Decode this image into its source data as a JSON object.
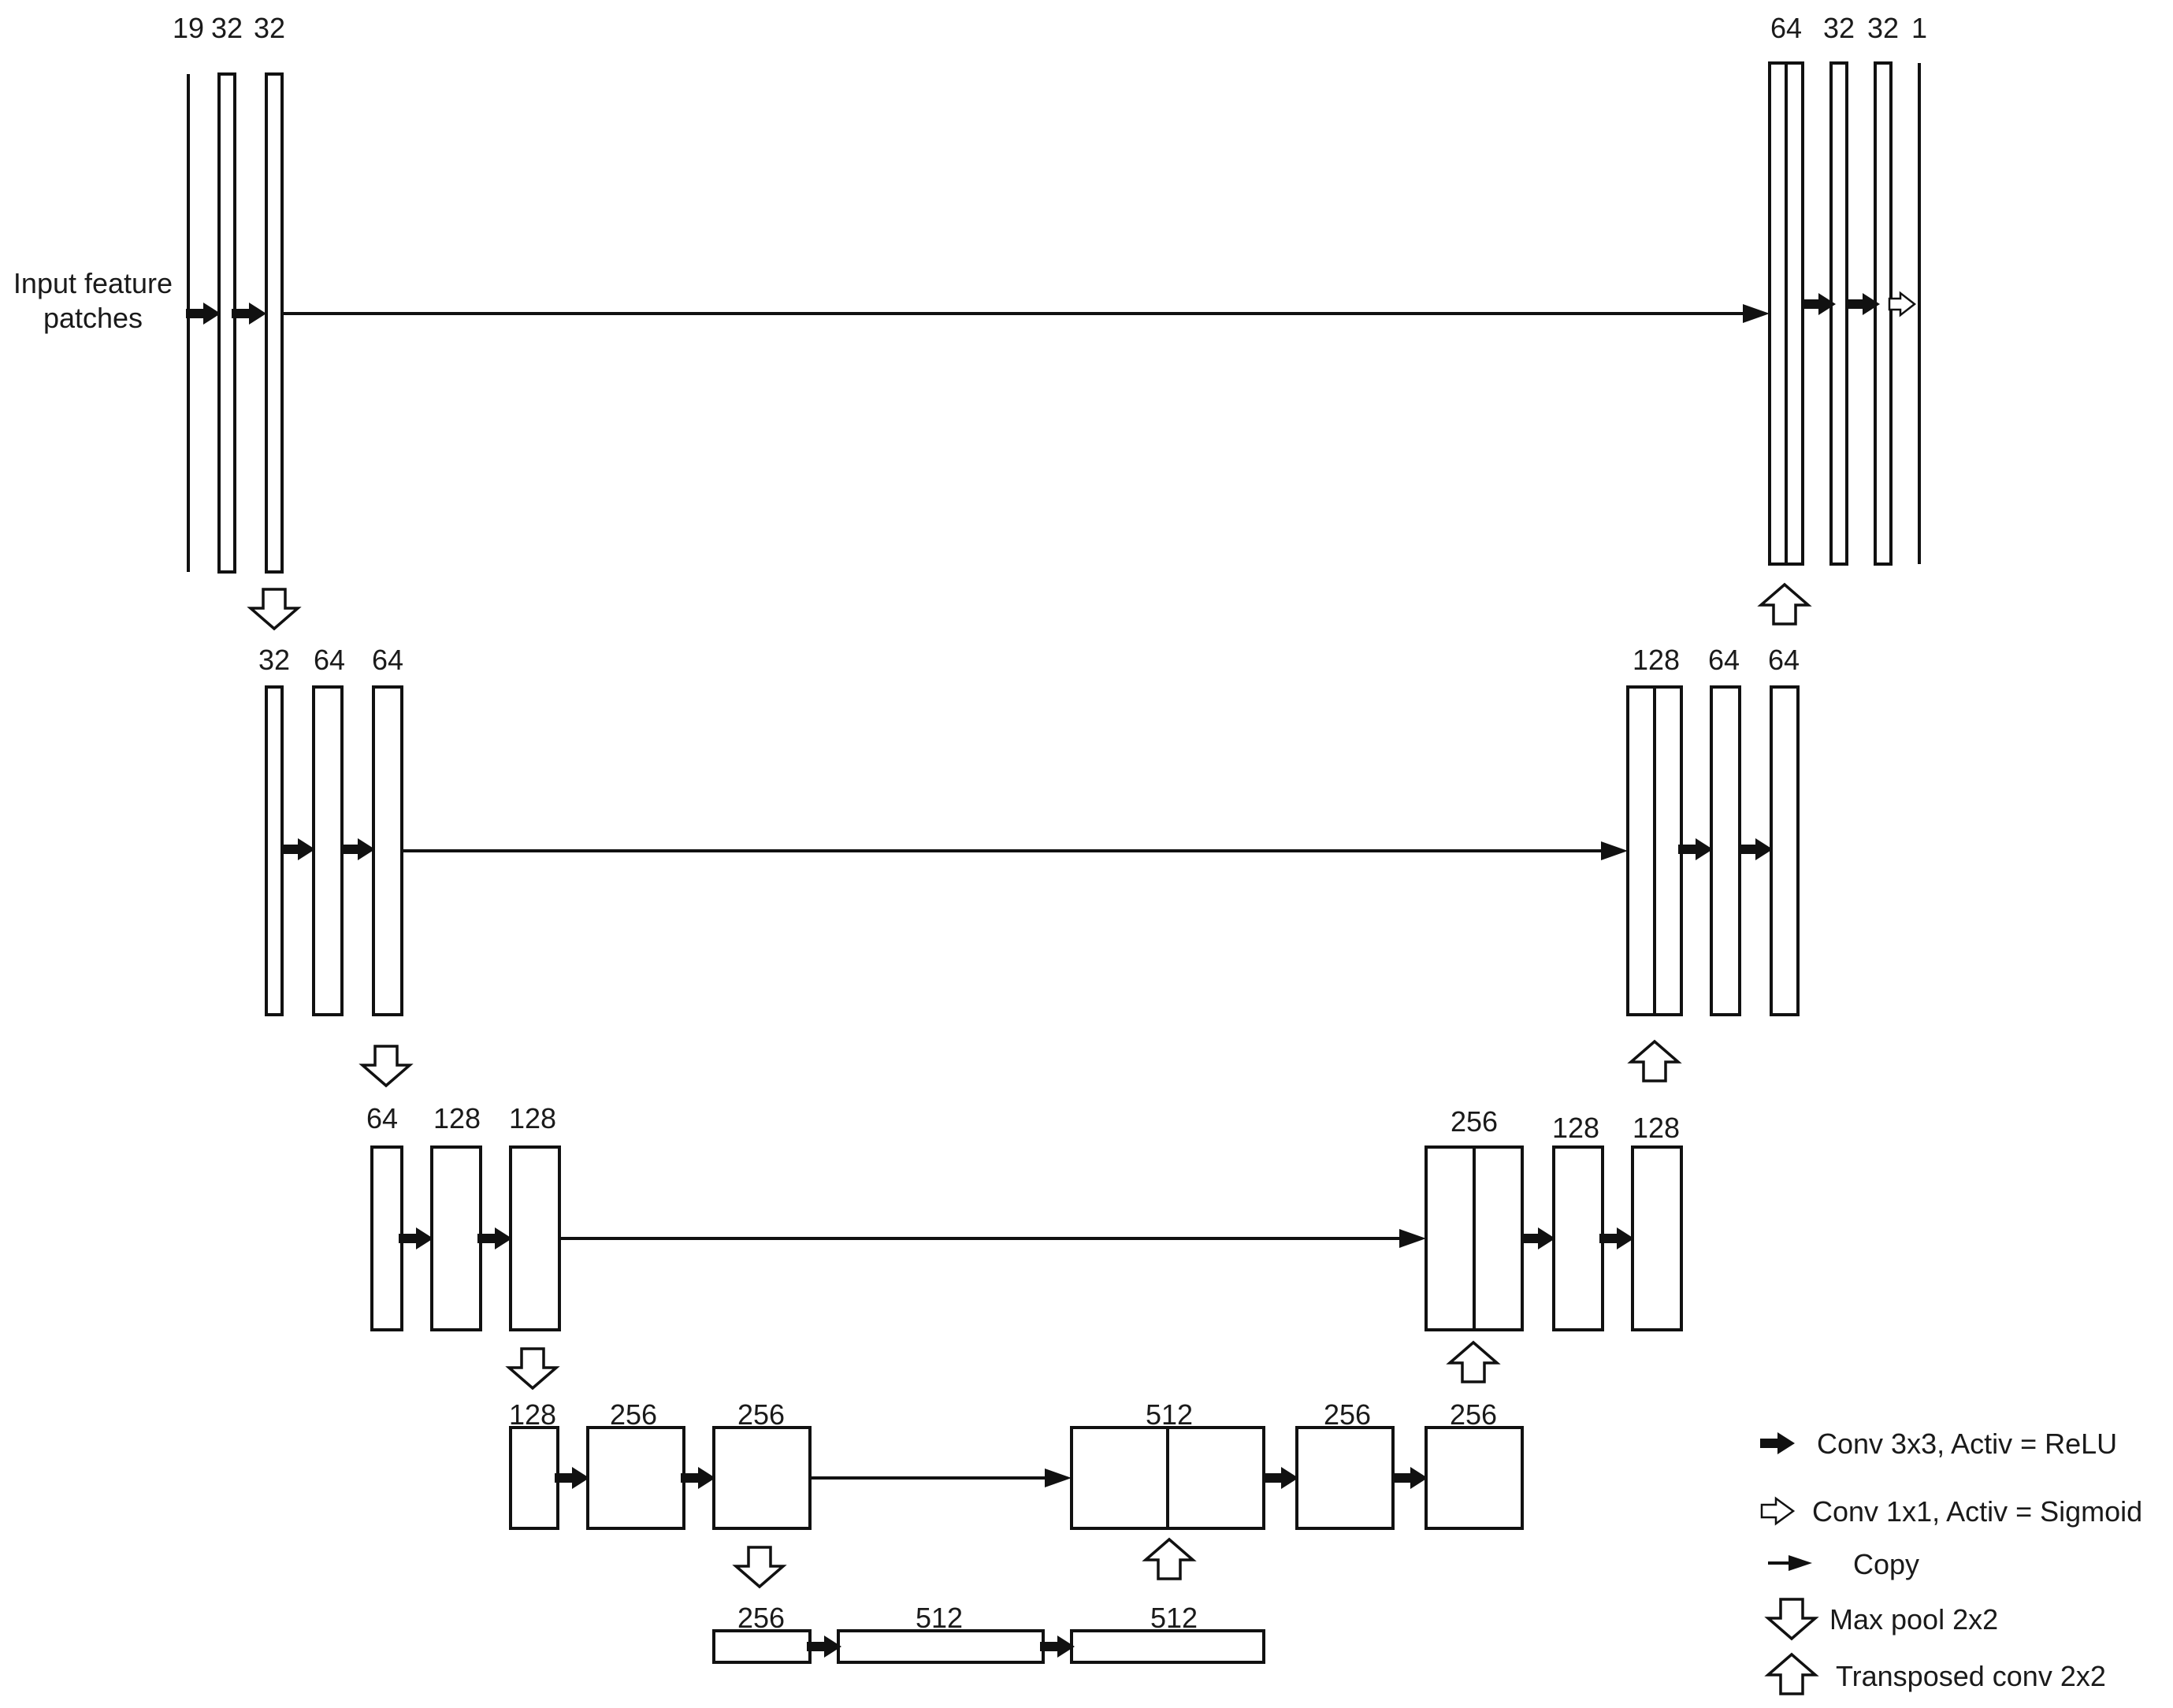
{
  "input_label": [
    "Input feature",
    "patches"
  ],
  "levels": {
    "enc1": [
      "19",
      "32",
      "32"
    ],
    "dec1": [
      "64",
      "32",
      "32",
      "1"
    ],
    "enc2": [
      "32",
      "64",
      "64"
    ],
    "dec2": [
      "128",
      "64",
      "64"
    ],
    "enc3": [
      "64",
      "128",
      "128"
    ],
    "dec3": [
      "256",
      "128",
      "128"
    ],
    "enc4": [
      "128",
      "256",
      "256"
    ],
    "dec4": [
      "512",
      "256",
      "256"
    ],
    "bottom": [
      "256",
      "512",
      "512"
    ]
  },
  "legend": [
    {
      "icon": "solid-arrow",
      "label": "Conv 3x3, Activ = ReLU"
    },
    {
      "icon": "hollow-arrow",
      "label": "Conv 1x1, Activ = Sigmoid"
    },
    {
      "icon": "line-arrow",
      "label": "Copy"
    },
    {
      "icon": "down-arrow",
      "label": "Max pool 2x2"
    },
    {
      "icon": "up-arrow",
      "label": "Transposed conv 2x2"
    }
  ]
}
